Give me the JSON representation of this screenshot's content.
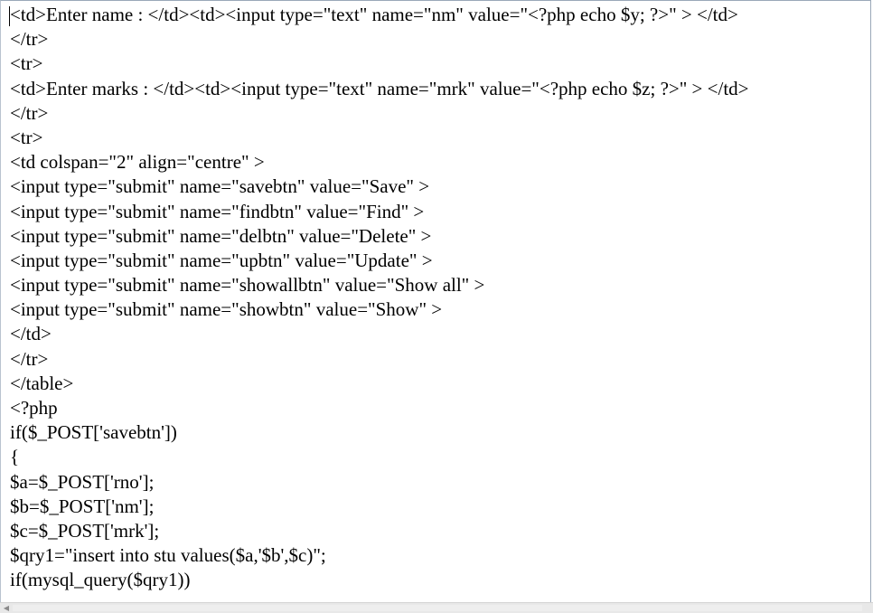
{
  "editor": {
    "lines": [
      "<td>Enter name : </td><td><input type=\"text\" name=\"nm\" value=\"<?php echo $y; ?>\" > </td>",
      "</tr>",
      "<tr>",
      "<td>Enter marks : </td><td><input type=\"text\" name=\"mrk\" value=\"<?php echo $z; ?>\" > </td>",
      "</tr>",
      "<tr>",
      "<td colspan=\"2\" align=\"centre\" >",
      "<input type=\"submit\" name=\"savebtn\" value=\"Save\" >",
      "<input type=\"submit\" name=\"findbtn\" value=\"Find\" >",
      "<input type=\"submit\" name=\"delbtn\" value=\"Delete\" >",
      "<input type=\"submit\" name=\"upbtn\" value=\"Update\" >",
      "<input type=\"submit\" name=\"showallbtn\" value=\"Show all\" >",
      "<input type=\"submit\" name=\"showbtn\" value=\"Show\" >",
      "</td>",
      "</tr>",
      "</table>",
      "<?php",
      "if($_POST['savebtn'])",
      "{",
      "$a=$_POST['rno'];",
      "$b=$_POST['nm'];",
      "$c=$_POST['mrk'];",
      "$qry1=\"insert into stu values($a,'$b',$c)\";",
      "if(mysql_query($qry1))"
    ]
  },
  "scrollbar": {
    "left_arrow_icon": "chevron-left-icon",
    "left_arrow_glyph": "◀"
  }
}
